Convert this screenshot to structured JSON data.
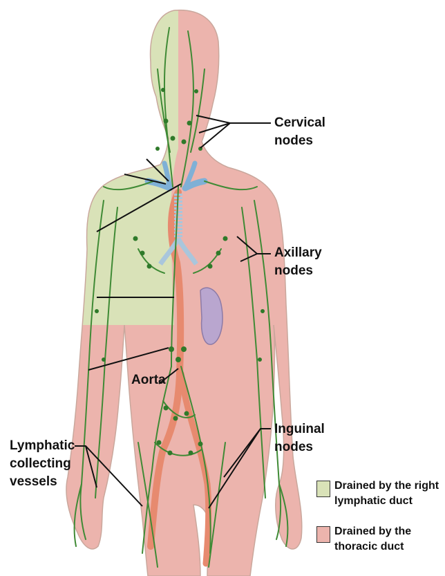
{
  "labels": {
    "cervical": [
      "Cervical",
      "nodes"
    ],
    "axillary": [
      "Axillary",
      "nodes"
    ],
    "aorta": "Aorta",
    "inguinal": [
      "Inguinal",
      "nodes"
    ],
    "lymphatic": [
      "Lymphatic",
      "collecting",
      "vessels"
    ]
  },
  "legend": [
    {
      "lines": [
        "Drained by the right",
        "lymphatic duct"
      ],
      "color": "#d9e2b8"
    },
    {
      "lines": [
        "Drained by the",
        "thoracic duct"
      ],
      "color": "#ecb4ad"
    }
  ],
  "colors": {
    "right_region": "#d9e2b8",
    "thoracic_region": "#ecb4ad",
    "lymph_vessel": "#3f8a35",
    "lymph_node": "#2f7a2a",
    "aorta": "#e78a6f",
    "duct": "#7fb0d6",
    "leader": "#111111"
  }
}
